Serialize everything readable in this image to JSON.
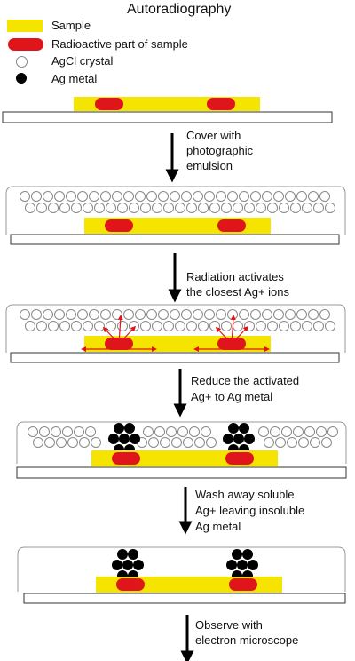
{
  "title": "Autoradiography",
  "legend": [
    {
      "label": "Sample",
      "symbol": "sample"
    },
    {
      "label": "Radioactive part of sample",
      "symbol": "radioactive"
    },
    {
      "label": "AgCl crystal",
      "symbol": "agcl"
    },
    {
      "label": "Ag metal",
      "symbol": "ag"
    }
  ],
  "steps": [
    {
      "lines": [
        "Cover with",
        "photographic",
        "emulsion"
      ]
    },
    {
      "lines": [
        "Radiation activates",
        "the closest Ag+ ions"
      ]
    },
    {
      "lines": [
        "Reduce the activated",
        "Ag+ to Ag metal"
      ]
    },
    {
      "lines": [
        "Wash away soluble",
        "Ag+ leaving insoluble",
        "Ag metal"
      ]
    },
    {
      "lines": [
        "Observe with",
        "electron microscope"
      ]
    }
  ],
  "colors": {
    "sample": "#f5e400",
    "radioactive": "#e0151b",
    "radiation_arrow": "#e0151b",
    "ag_metal": "#000000",
    "agcl_outline": "#888888",
    "slide_outline": "#333333"
  }
}
